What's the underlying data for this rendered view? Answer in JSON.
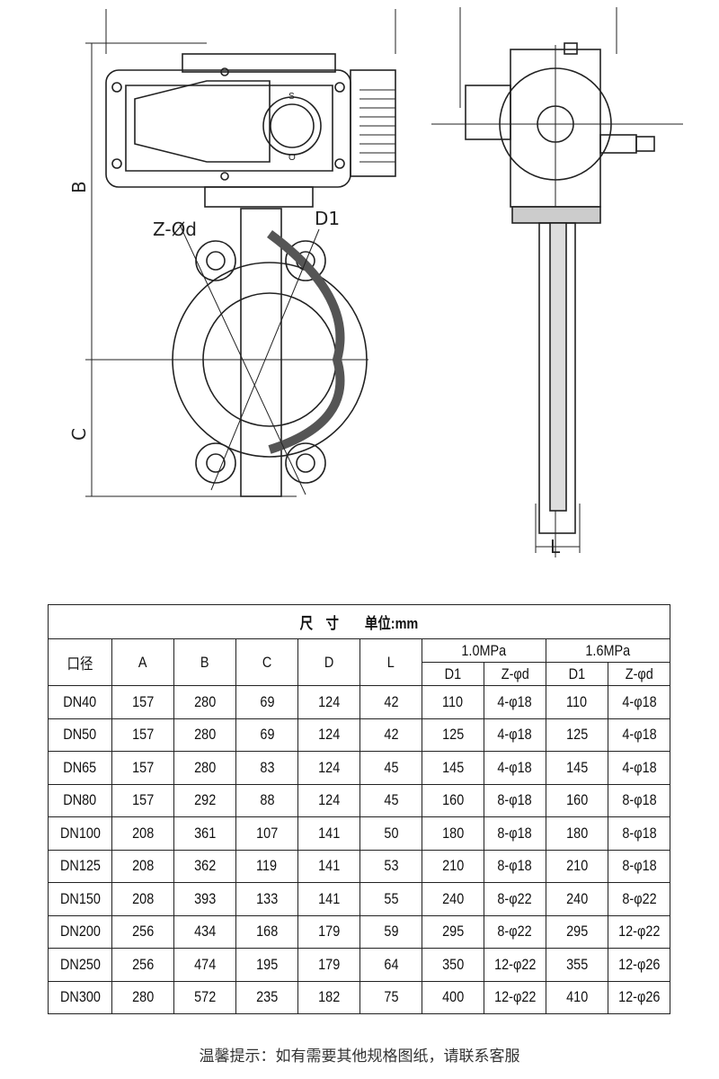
{
  "drawing": {
    "labels": {
      "B": "B",
      "C": "C",
      "Z_d": "Z-Ød",
      "D1": "D1",
      "L": "L",
      "S": "S",
      "O": "O"
    }
  },
  "table": {
    "title": "尺　寸　　单位:mm",
    "headers": {
      "size": "口径",
      "A": "A",
      "B": "B",
      "C": "C",
      "D": "D",
      "L": "L",
      "p10": "1.0MPa",
      "p16": "1.6MPa",
      "D1": "D1",
      "Zd": "Z-φd"
    },
    "rows": [
      [
        "DN40",
        "157",
        "280",
        "69",
        "124",
        "42",
        "110",
        "4-φ18",
        "110",
        "4-φ18"
      ],
      [
        "DN50",
        "157",
        "280",
        "69",
        "124",
        "42",
        "125",
        "4-φ18",
        "125",
        "4-φ18"
      ],
      [
        "DN65",
        "157",
        "280",
        "83",
        "124",
        "45",
        "145",
        "4-φ18",
        "145",
        "4-φ18"
      ],
      [
        "DN80",
        "157",
        "292",
        "88",
        "124",
        "45",
        "160",
        "8-φ18",
        "160",
        "8-φ18"
      ],
      [
        "DN100",
        "208",
        "361",
        "107",
        "141",
        "50",
        "180",
        "8-φ18",
        "180",
        "8-φ18"
      ],
      [
        "DN125",
        "208",
        "362",
        "119",
        "141",
        "53",
        "210",
        "8-φ18",
        "210",
        "8-φ18"
      ],
      [
        "DN150",
        "208",
        "393",
        "133",
        "141",
        "55",
        "240",
        "8-φ22",
        "240",
        "8-φ22"
      ],
      [
        "DN200",
        "256",
        "434",
        "168",
        "179",
        "59",
        "295",
        "8-φ22",
        "295",
        "12-φ22"
      ],
      [
        "DN250",
        "256",
        "474",
        "195",
        "179",
        "64",
        "350",
        "12-φ22",
        "355",
        "12-φ26"
      ],
      [
        "DN300",
        "280",
        "572",
        "235",
        "182",
        "75",
        "400",
        "12-φ22",
        "410",
        "12-φ26"
      ]
    ]
  },
  "footer": {
    "note": "温馨提示：如有需要其他规格图纸，请联系客服"
  }
}
